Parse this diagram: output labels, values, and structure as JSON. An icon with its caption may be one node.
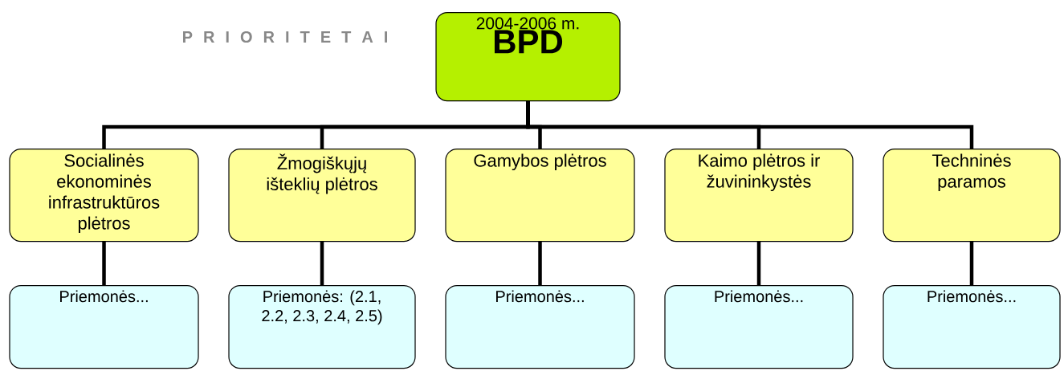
{
  "diagram": {
    "nodes": [
      {
        "text": [
          "2004-2006 m.",
          "BPD"
        ]
      },
      {
        "text": [
          "Socialinės ekonominės infrastruktūros plėtros"
        ]
      },
      {
        "text": [
          "Žmogiškųjų išteklių plėtros"
        ]
      },
      {
        "text": [
          "Gamybos plėtros"
        ]
      },
      {
        "text": [
          "Kaimo plėtros ir žuvininkystės"
        ]
      },
      {
        "text": [
          "Techninės paramos"
        ]
      },
      {
        "text": [
          "Priemonės..."
        ]
      },
      {
        "text": [
          "Priemonės: (2.1, 2.2, 2.3, 2.4, 2.5)"
        ]
      },
      {
        "text": [
          "Priemonės..."
        ]
      },
      {
        "text": [
          "Priemonės..."
        ]
      },
      {
        "text": [
          "Priemonės..."
        ]
      }
    ],
    "edges": [
      {
        "from": 0,
        "to": 1,
        "arrow": "none"
      },
      {
        "from": 0,
        "to": 2,
        "arrow": "none"
      },
      {
        "from": 0,
        "to": 3,
        "arrow": "none"
      },
      {
        "from": 0,
        "to": 4,
        "arrow": "none"
      },
      {
        "from": 0,
        "to": 5,
        "arrow": "none"
      },
      {
        "from": 1,
        "to": 6,
        "arrow": "none"
      },
      {
        "from": 2,
        "to": 7,
        "arrow": "none"
      },
      {
        "from": 3,
        "to": 8,
        "arrow": "none"
      },
      {
        "from": 4,
        "to": 9,
        "arrow": "none"
      },
      {
        "from": 5,
        "to": 10,
        "arrow": "none"
      }
    ],
    "labels": [
      "P R I O R I T E T A I"
    ]
  }
}
